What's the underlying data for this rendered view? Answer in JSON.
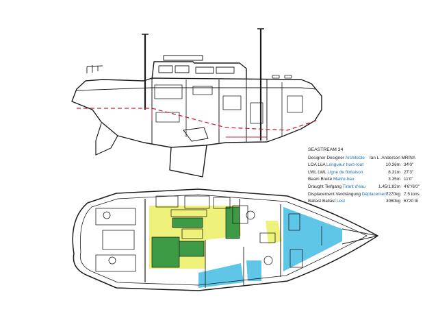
{
  "sheet_title": "SEASTREAM 34",
  "specs": [
    {
      "label_en": "Designer Designer",
      "label_fr": "Architecte",
      "value": "Ian L. Anderson MRINA"
    },
    {
      "label_en": "LOA LüA",
      "label_fr": "Longueur hors-tout",
      "metric": "10.36m",
      "imperial": "34'0\""
    },
    {
      "label_en": "LWL LWL",
      "label_fr": "Ligne de flottaison",
      "metric": "8.31m",
      "imperial": "27'3\""
    },
    {
      "label_en": "Beam Breite",
      "label_fr": "Maitre-bau",
      "metric": "3.35m",
      "imperial": "11'0\""
    },
    {
      "label_en": "Draught Tiefgang",
      "label_fr": "Tirant d'eau",
      "metric": "1.45/1.82m",
      "imperial": "4'6\"/6'0\""
    },
    {
      "label_en": "Displacement Verdrängung",
      "label_fr": "Déplacement",
      "metric": "7270kg",
      "imperial": "7.5 tons"
    },
    {
      "label_en": "Ballast Ballast",
      "label_fr": "Lest",
      "metric": "3060kg",
      "imperial": "6720 lb"
    }
  ],
  "colors": {
    "line": "#1a1a1a",
    "waterline": "#c0243c",
    "cabin_yellow": "#eef27a",
    "cabin_green": "#3d9b45",
    "cabin_cyan": "#5fc6e8",
    "text_blue": "#1f6fb4"
  }
}
